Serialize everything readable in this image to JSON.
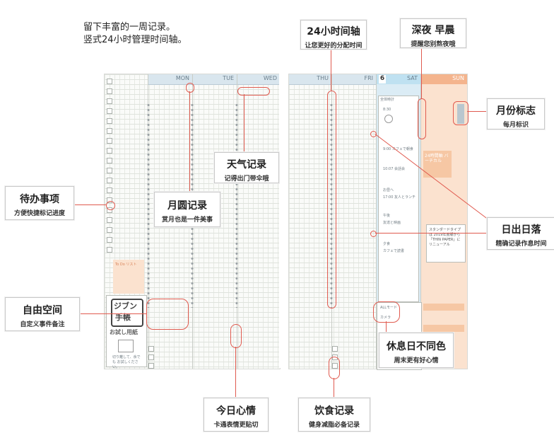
{
  "intro": {
    "line1": "留下丰富的一周记录。",
    "line2": "竖式24小时管理时间轴。"
  },
  "planner": {
    "days": [
      "MON",
      "TUE",
      "WED",
      "THU",
      "FRI",
      "SAT",
      "SUN"
    ],
    "month_number": "6",
    "brand_line1": "ジブン",
    "brand_line2": "手帳",
    "trial_label": "お試し用紙",
    "free_text": "切り離して、余でも お試しください。",
    "card_text": "スタンダードタイプは 2019年度版から 「THIN PAPER」に リニューアル",
    "todo_label": "To Do リスト",
    "hours_label": "24時間軸 バーチカル",
    "sat_notes": [
      "全体時計",
      "8:30",
      "9:00 カフェで朝食",
      "10:07 会話会",
      "お昼へ",
      "17:00 友人とランチ",
      "午後",
      "友達と映画",
      "夕食",
      "カフェで読書"
    ],
    "checks": [
      "ALLモード",
      "カメラ"
    ]
  },
  "callouts": {
    "hours_axis": {
      "title": "24小时间轴",
      "sub": "让您更好的分配时间"
    },
    "night_morning": {
      "title": "深夜 早晨",
      "sub": "提醒您别熬夜哦"
    },
    "month_marker": {
      "title": "月份标志",
      "sub": "每月标识"
    },
    "weather": {
      "title": "天气记录",
      "sub": "记得出门带伞哦"
    },
    "todo": {
      "title": "待办事项",
      "sub": "方便快捷标记进度"
    },
    "moon": {
      "title": "月圆记录",
      "sub": "赏月也是一件美事"
    },
    "sunrise": {
      "title": "日出日落",
      "sub": "精确记录作息时间"
    },
    "free_space": {
      "title": "自由空间",
      "sub": "自定义事件备注"
    },
    "holiday_color": {
      "title": "休息日不同色",
      "sub": "周末更有好心情"
    },
    "mood": {
      "title": "今日心情",
      "sub": "卡通表情更贴切"
    },
    "meal": {
      "title": "饮食记录",
      "sub": "健身减脂必备记录"
    }
  },
  "colors": {
    "accent": "#e05a4f",
    "orange": "#f6c7a4",
    "blue": "#dbecf5"
  }
}
